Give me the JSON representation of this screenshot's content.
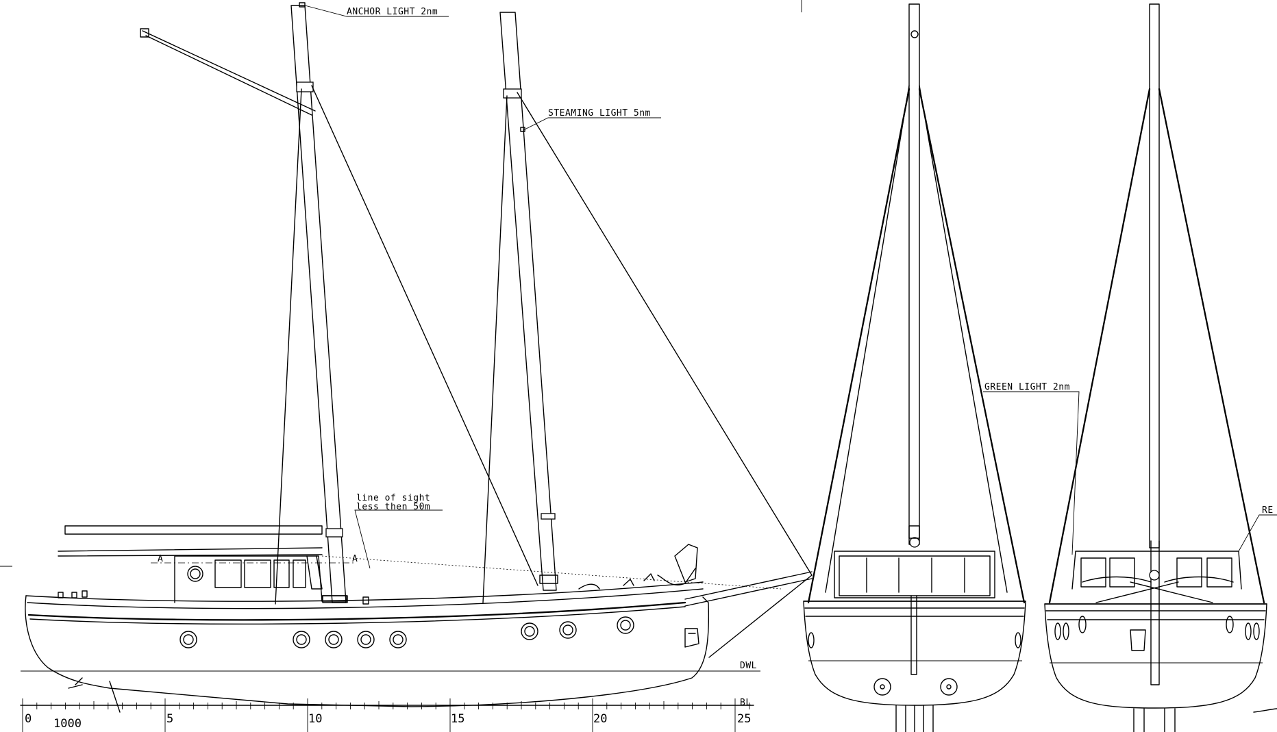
{
  "labels": {
    "anchor_light": "ANCHOR LIGHT 2nm",
    "steaming_light": "STEAMING LIGHT 5nm",
    "line_of_sight_1": "line of sight",
    "line_of_sight_2": "less then 50m",
    "green_light": "GREEN LIGHT 2nm",
    "red_light": "RE",
    "section_a": "A",
    "dwl": "DWL",
    "bl": "BL"
  },
  "scale": {
    "unit_label": "1000",
    "ticks": [
      "0",
      "5",
      "10",
      "15",
      "20",
      "25"
    ]
  }
}
